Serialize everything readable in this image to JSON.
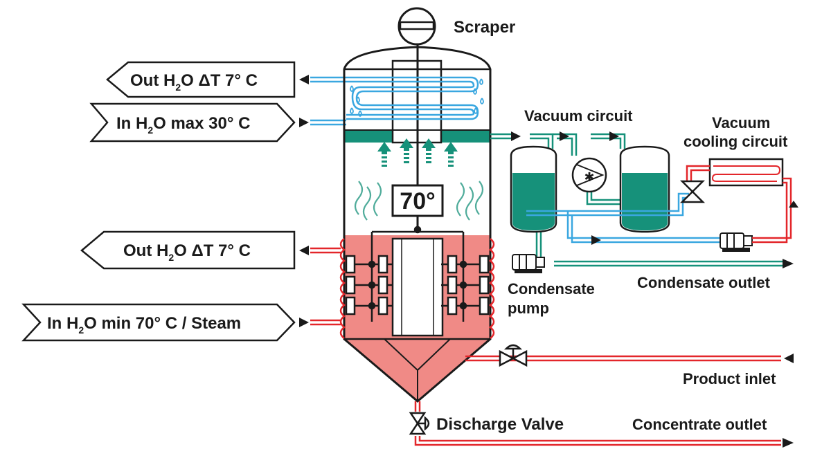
{
  "labels": {
    "scraper": "Scraper",
    "vacuum_circuit": "Vacuum circuit",
    "vacuum_cooling_line1": "Vacuum",
    "vacuum_cooling_line2": "cooling circuit",
    "condensate_pump_line1": "Condensate",
    "condensate_pump_line2": "pump",
    "condensate_outlet": "Condensate outlet",
    "product_inlet": "Product inlet",
    "discharge_valve": "Discharge Valve",
    "concentrate_outlet": "Concentrate outlet",
    "temperature": "70°"
  },
  "flow_tags": {
    "cooling_out": {
      "prefix": "Out H",
      "sub": "2",
      "suffix": "O ΔT 7° C"
    },
    "cooling_in": {
      "prefix": "In H",
      "sub": "2",
      "suffix": "O max 30° C"
    },
    "heating_out": {
      "prefix": "Out H",
      "sub": "2",
      "suffix": "O ΔT 7° C"
    },
    "heating_in": {
      "prefix": "In H",
      "sub": "2",
      "suffix": "O min 70° C / Steam"
    }
  },
  "colors": {
    "cold_water": "#3aa7e0",
    "hot_water": "#e3262a",
    "vapor": "#16917a",
    "product": "#f08a86",
    "outline": "#1a1a1a"
  }
}
